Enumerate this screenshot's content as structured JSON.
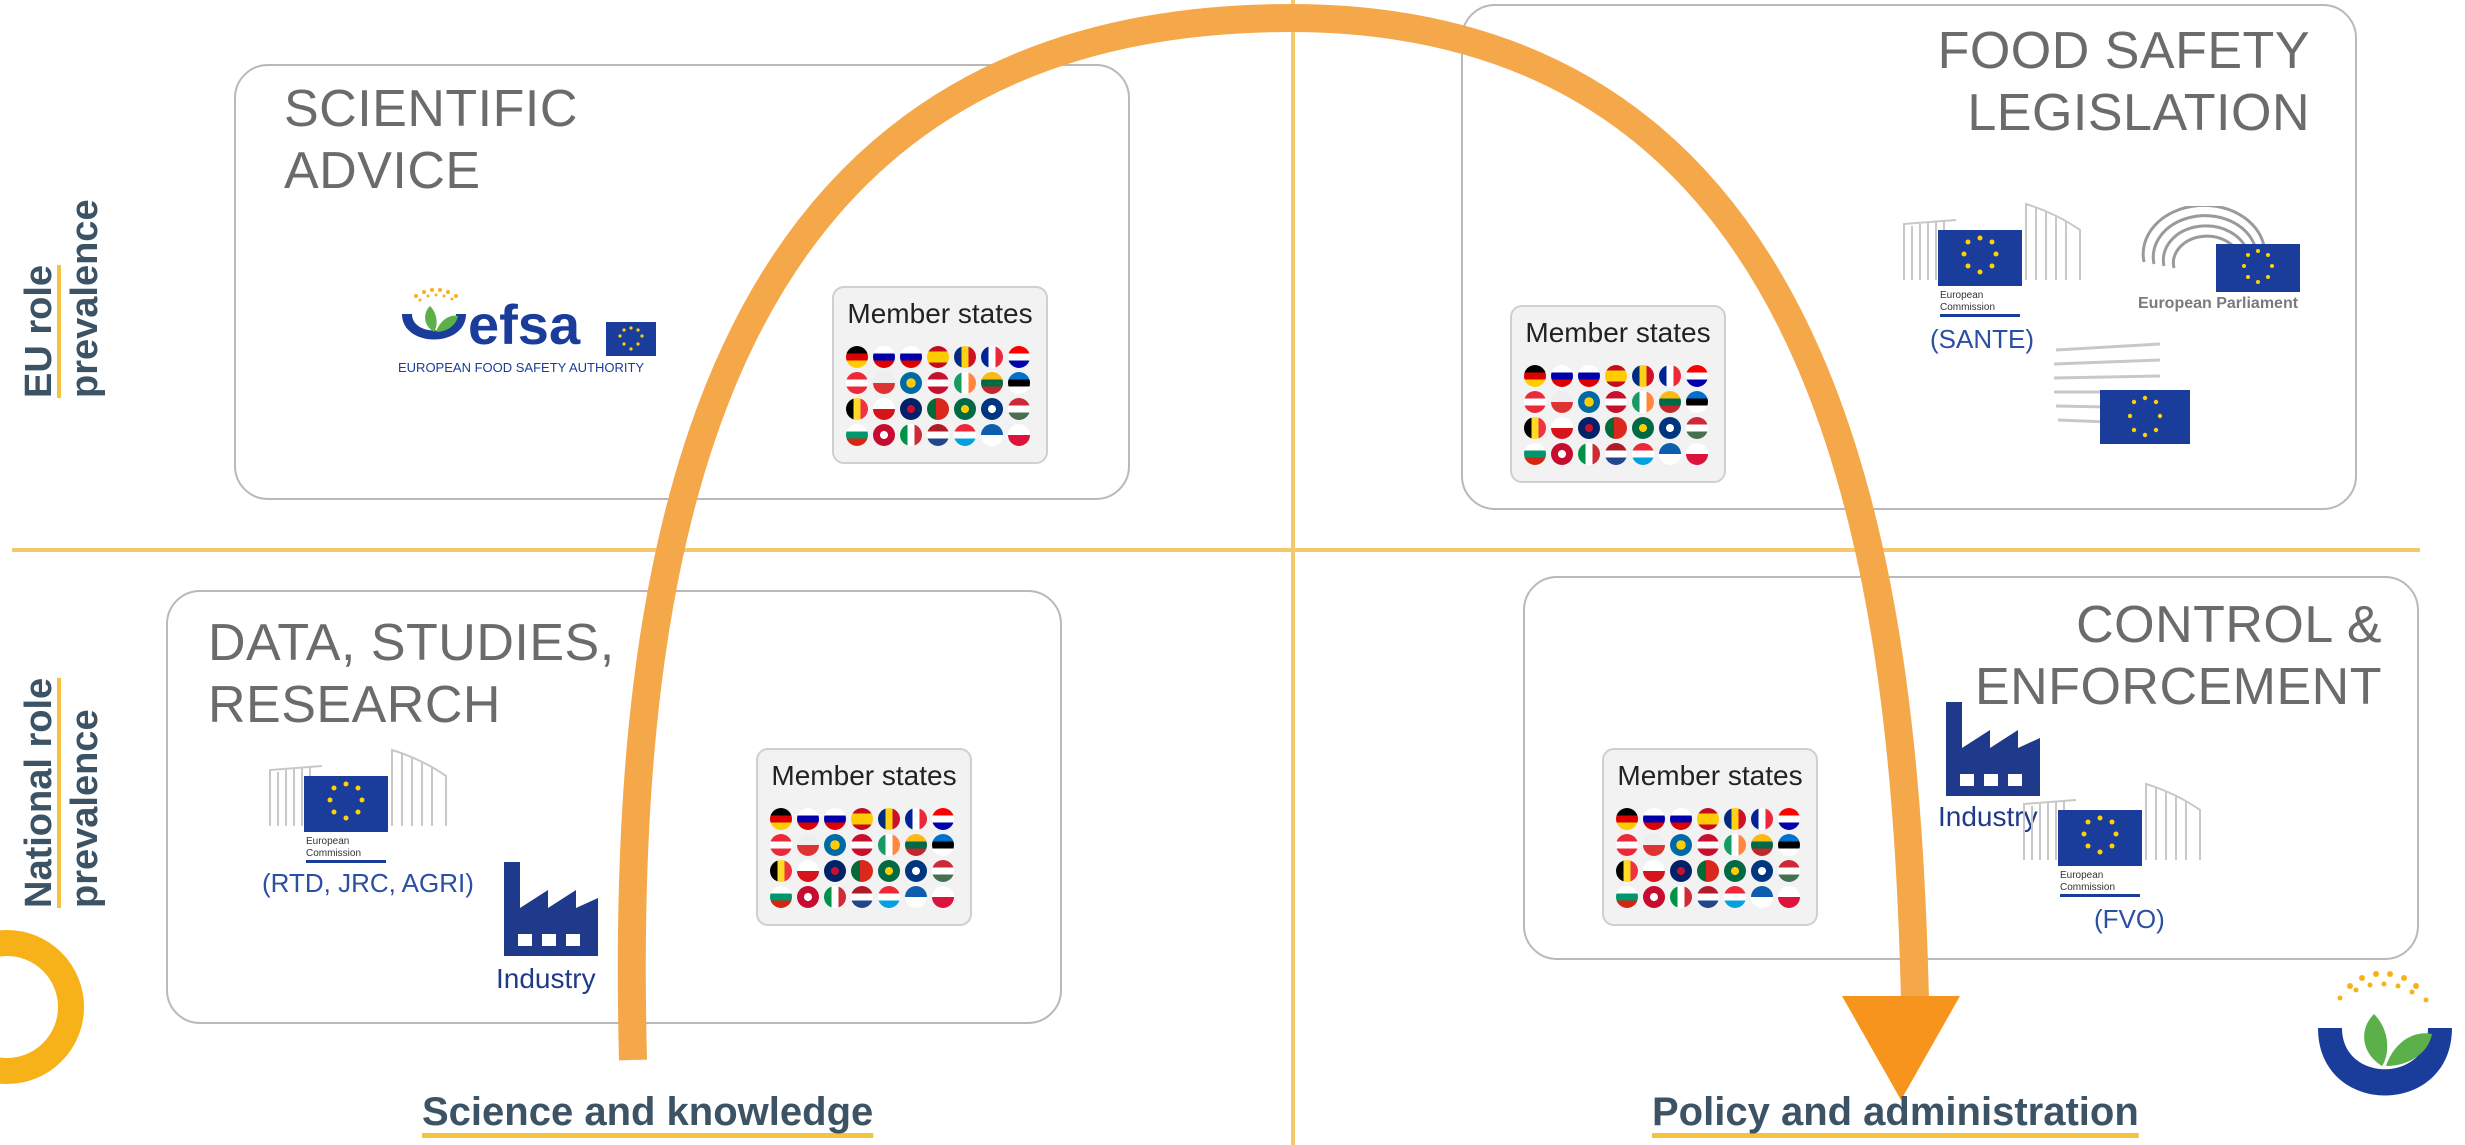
{
  "axes": {
    "eu_line1": "EU role",
    "eu_line2": "prevalence",
    "national_line1": "National role",
    "national_line2": "prevalence"
  },
  "quadrants": {
    "scientific_advice": {
      "title_line1": "SCIENTIFIC",
      "title_line2": "ADVICE",
      "efsa_wordmark": "efsa",
      "efsa_subtitle": "EUROPEAN FOOD SAFETY AUTHORITY",
      "member_states": "Member states"
    },
    "food_safety_legislation": {
      "title_line1": "FOOD SAFETY",
      "title_line2": "LEGISLATION",
      "ec_caption_line1": "European",
      "ec_caption_line2": "Commission",
      "ec_label": "(SANTE)",
      "parliament_label": "European Parliament",
      "member_states": "Member states"
    },
    "data_studies_research": {
      "title_line1": "DATA, STUDIES,",
      "title_line2": "RESEARCH",
      "ec_caption_line1": "European",
      "ec_caption_line2": "Commission",
      "ec_label": "(RTD, JRC, AGRI)",
      "industry_label": "Industry",
      "member_states": "Member states"
    },
    "control_enforcement": {
      "title_line1": "CONTROL &",
      "title_line2": "ENFORCEMENT",
      "ec_caption_line1": "European",
      "ec_caption_line2": "Commission",
      "ec_label": "(FVO)",
      "industry_label": "Industry",
      "member_states": "Member states"
    }
  },
  "bottom": {
    "left_label": "Science and knowledge",
    "right_label": "Policy and administration"
  },
  "colors": {
    "arrow": "#f5a84a",
    "arrow_head": "#f7941d",
    "divider": "#f5c96a",
    "eu_blue": "#1a3d9c",
    "eu_star": "#ffd200",
    "text_dark": "#3c5366",
    "industry_blue": "#1f3a8a",
    "logo_green": "#5bb04a"
  },
  "icons": {
    "efsa_logo": "efsa-logo-icon",
    "ec_logo": "european-commission-icon",
    "parliament_logo": "european-parliament-icon",
    "council_logo": "council-building-icon",
    "industry": "factory-icon",
    "flags": "member-state-flags-icon",
    "corner_logo": "efsa-swoosh-icon"
  }
}
